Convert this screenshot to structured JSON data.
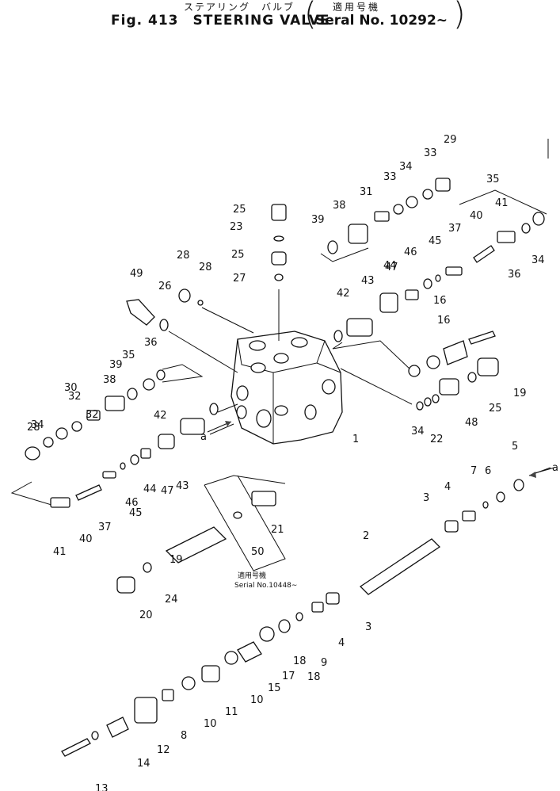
{
  "header": {
    "jp_name": "ステアリング　バルブ",
    "fig_label": "Fig. 413",
    "title": "STEERING VALVE",
    "serial_jp": "適用号機",
    "serial": "Seral No. 10292∼"
  },
  "note": {
    "jp": "適用号機",
    "serial": "Serial No.10448∼"
  },
  "arrow_marks": [
    "a",
    "a"
  ],
  "callouts": [
    "1",
    "2",
    "3",
    "3",
    "4",
    "4",
    "5",
    "6",
    "7",
    "8",
    "9",
    "10",
    "10",
    "11",
    "12",
    "13",
    "14",
    "15",
    "16",
    "16",
    "17",
    "18",
    "18",
    "19",
    "19",
    "20",
    "21",
    "22",
    "23",
    "24",
    "25",
    "25",
    "25",
    "26",
    "27",
    "28",
    "28",
    "28",
    "29",
    "30",
    "31",
    "32",
    "32",
    "33",
    "33",
    "34",
    "34",
    "34",
    "34",
    "35",
    "35",
    "36",
    "36",
    "37",
    "37",
    "38",
    "38",
    "39",
    "39",
    "40",
    "40",
    "41",
    "41",
    "42",
    "42",
    "43",
    "43",
    "44",
    "44",
    "45",
    "45",
    "46",
    "46",
    "47",
    "47",
    "48",
    "49",
    "50"
  ]
}
